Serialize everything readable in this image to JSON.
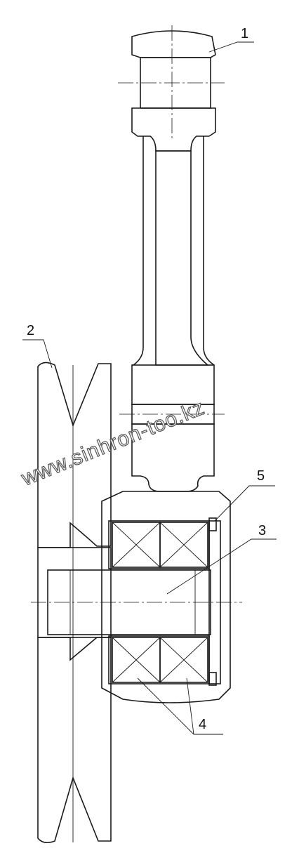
{
  "callouts": {
    "c1": "1",
    "c2": "2",
    "c3": "3",
    "c4": "4",
    "c5": "5"
  },
  "watermark": "www.sinhron-too.kz",
  "colors": {
    "line": "#1a1a1a",
    "background": "#ffffff",
    "watermark_stroke": "#555555"
  }
}
